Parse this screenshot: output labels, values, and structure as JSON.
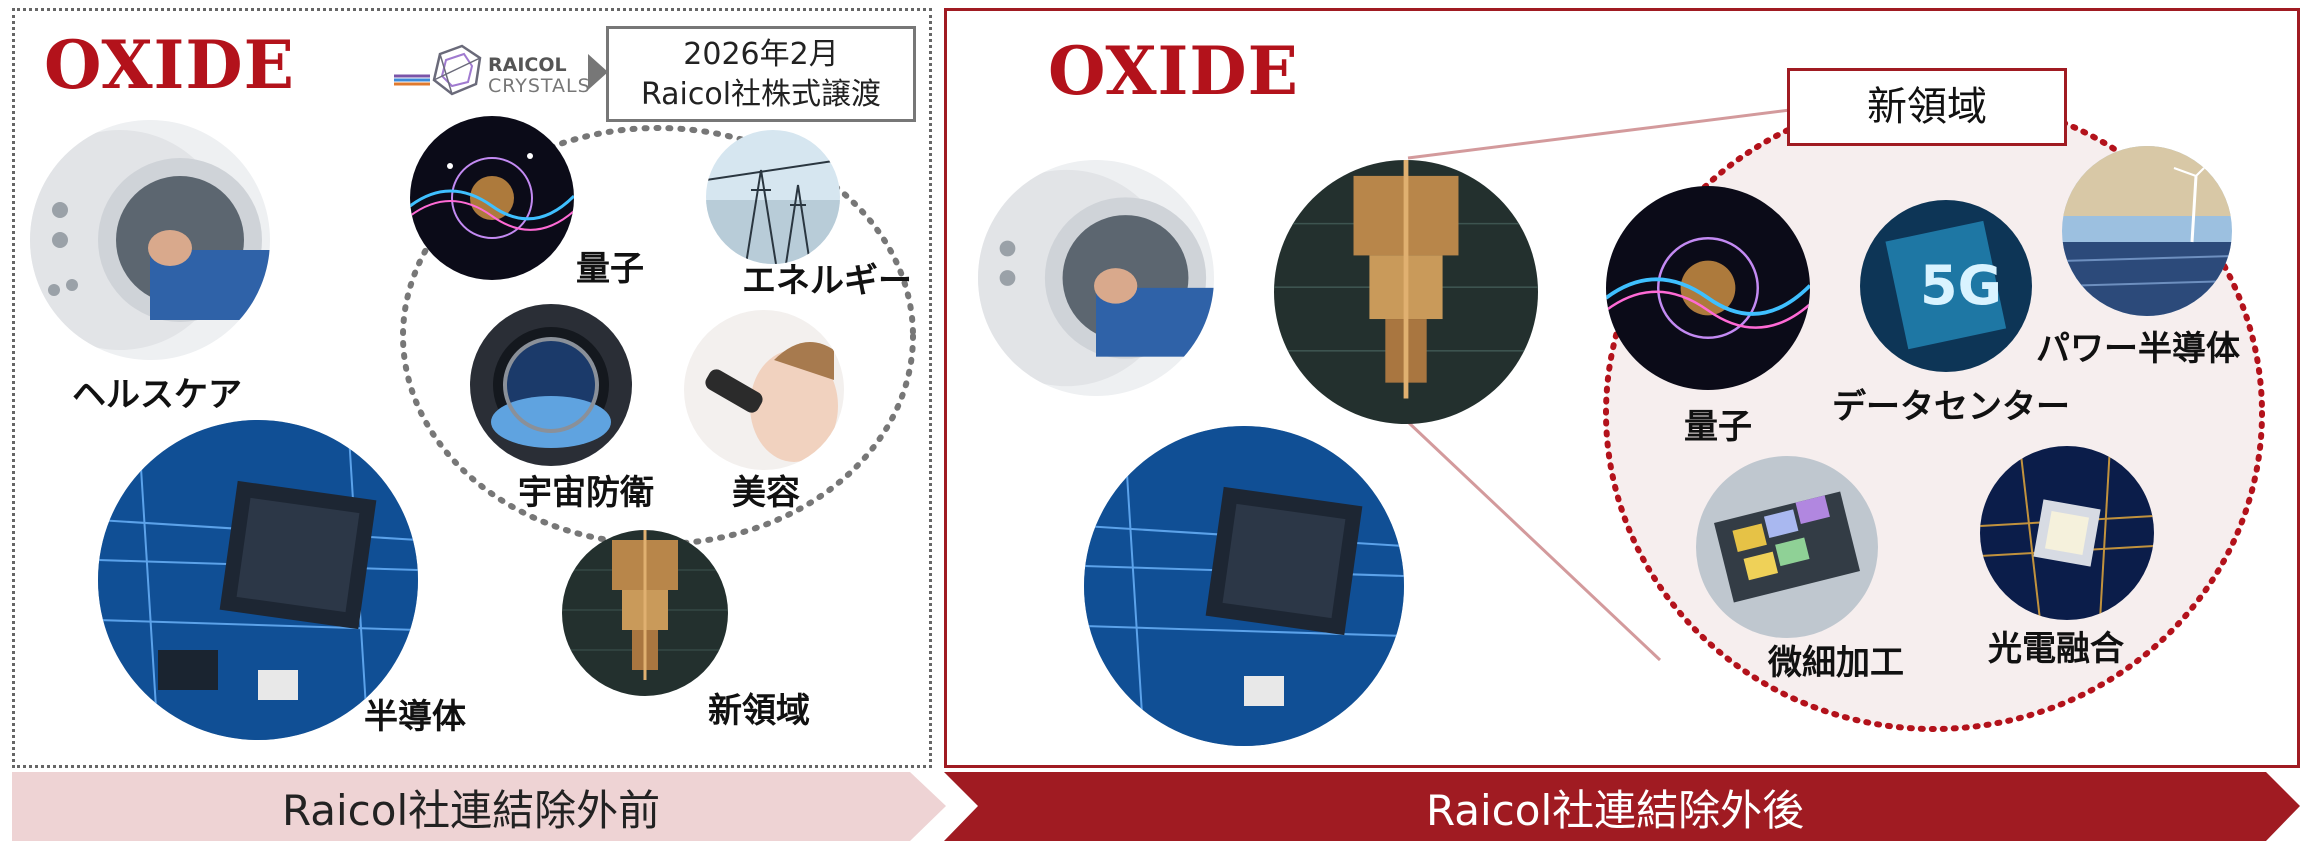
{
  "left": {
    "logo": "OXIDE",
    "raicol_logo_line1": "RAICOL",
    "raicol_logo_line2": "CRYSTALS",
    "date_box_line1": "2026年2月",
    "date_box_line2": "Raicol社株式譲渡",
    "labels": {
      "healthcare": "ヘルスケア",
      "semiconductor": "半導体",
      "quantum": "量子",
      "energy": "エネルギー",
      "space_defense": "宇宙防衛",
      "beauty": "美容",
      "new_domain": "新領域"
    }
  },
  "right": {
    "logo": "OXIDE",
    "new_domain_box": "新領域",
    "labels": {
      "quantum": "量子",
      "data_center": "データセンター",
      "power_semiconductor": "パワー半導体",
      "microfabrication": "微細加工",
      "photonic_fusion": "光電融合"
    },
    "five_g_text": "5G"
  },
  "banners": {
    "before": "Raicol社連結除外前",
    "after": "Raicol社連結除外後"
  },
  "colors": {
    "brand_red": "#b3121b",
    "dark_red": "#a01b22",
    "banner_pink": "#eed3d4",
    "enlarged_region_fill": "#f6eeee"
  }
}
